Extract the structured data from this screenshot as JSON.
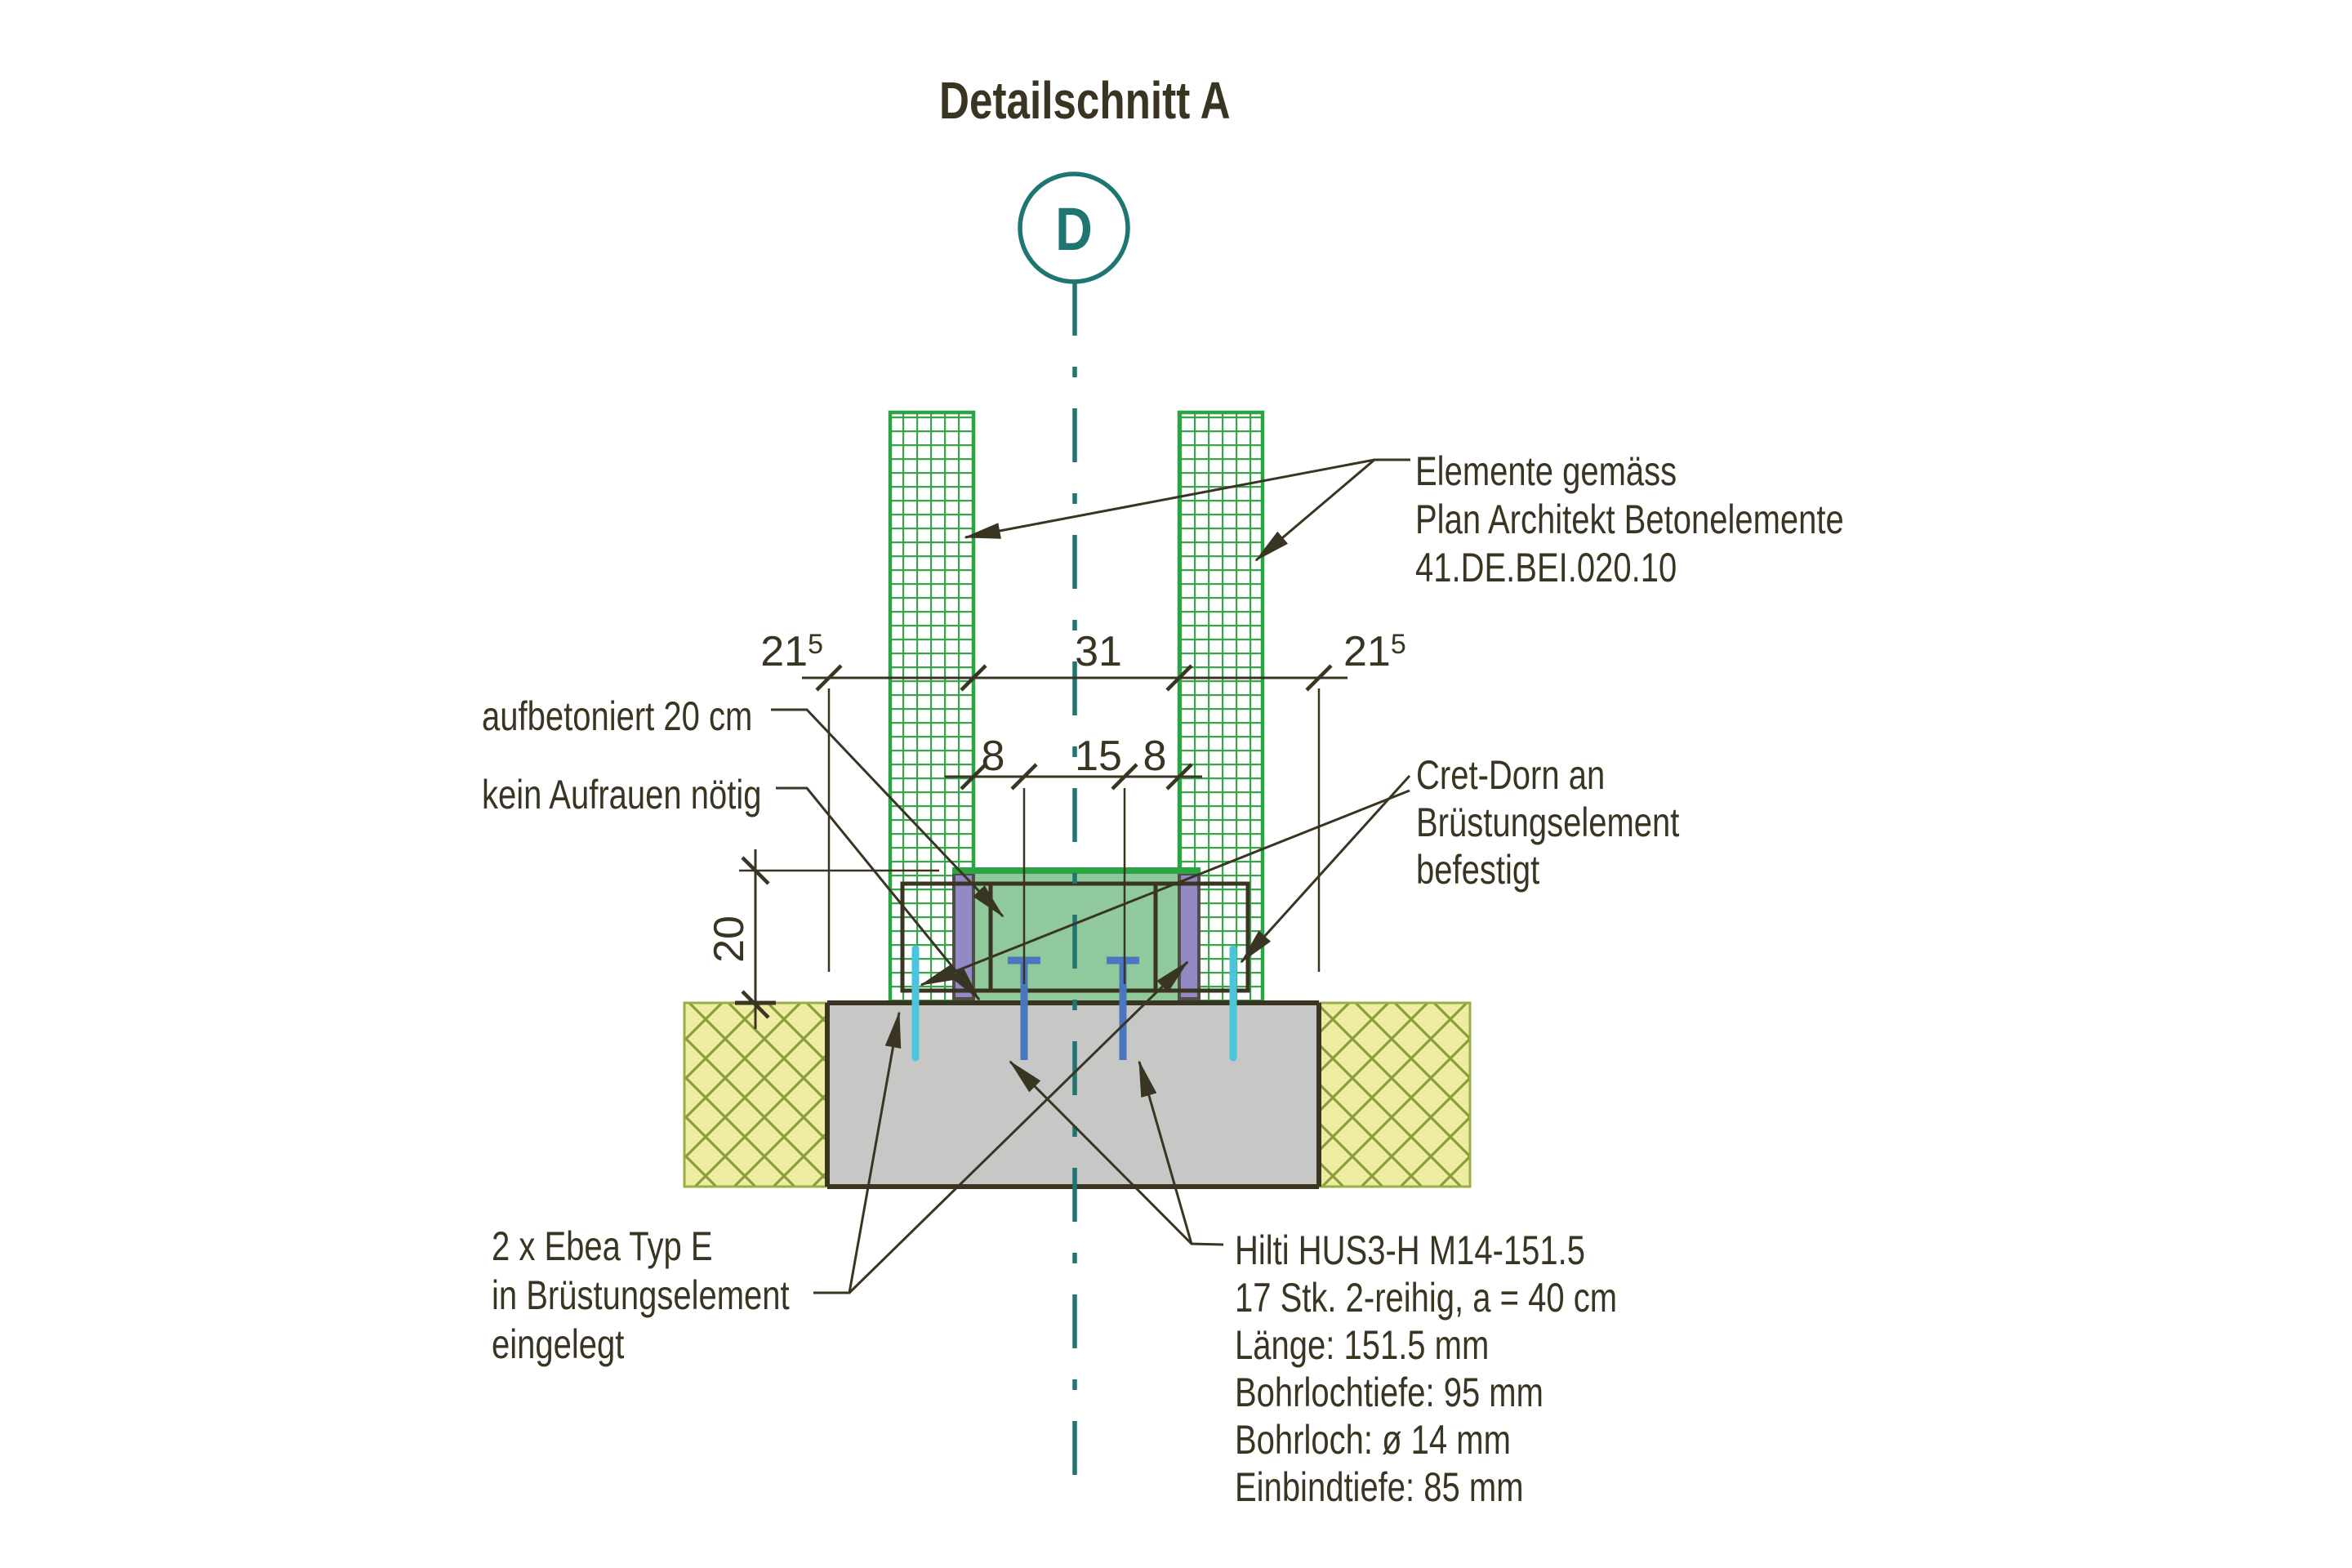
{
  "title": "Detailschnitt A",
  "section_marker": "D",
  "labels": {
    "elemente": [
      "Elemente gemäss",
      "Plan Architekt Betonelemente",
      "41.DE.BEI.020.10"
    ],
    "aufbetoniert": "aufbetoniert 20 cm",
    "kein_aufrauen": "kein Aufrauen nötig",
    "cret_dorn": [
      "Cret-Dorn an",
      "Brüstungselement",
      "befestigt"
    ],
    "ebea": [
      "2 x Ebea Typ E",
      "in Brüstungselement",
      "eingelegt"
    ],
    "hilti": [
      "Hilti HUS3-H M14-151.5",
      "17 Stk. 2-reihig, a = 40 cm",
      "Länge: 151.5 mm",
      "Bohrlochtiefe: 95 mm",
      "Bohrloch: ø 14 mm",
      "Einbindtiefe: 85 mm"
    ]
  },
  "dimensions": {
    "span_left": {
      "value": "21",
      "sup": "5"
    },
    "span_mid": "31",
    "span_right": {
      "value": "21",
      "sup": "5"
    },
    "joint_left": "8",
    "joint_mid": "15",
    "joint_right": "8",
    "topping_height": "20"
  },
  "colors": {
    "centerline": "#1e7571",
    "mesh": "#3aa34c",
    "mesh_border": "#2aa444",
    "topping_fill": "#8fc99c",
    "cret_purple": "#9389c5",
    "ebea_cyan": "#4cc5dc",
    "anchor_blue": "#4a76c0",
    "insulation_yellow": "#edeca0",
    "insulation_hatch": "#8b9c3c",
    "slab_gray": "#c7c7c5",
    "line_dark": "#3a3522"
  }
}
